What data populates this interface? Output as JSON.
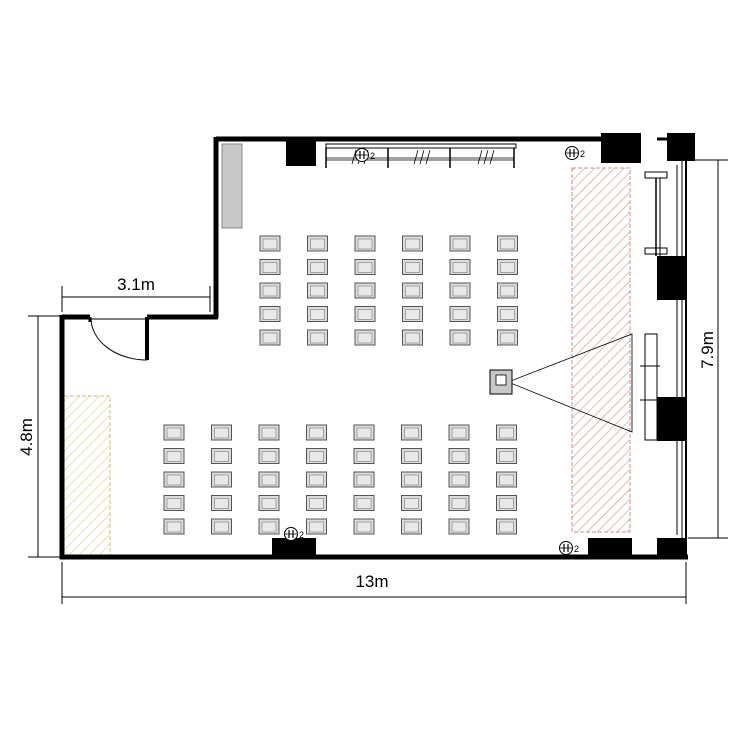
{
  "dimensions": {
    "upper_width": "3.1m",
    "left_height": "4.8m",
    "right_height": "7.9m",
    "total_width": "13m"
  },
  "outlet_label": "2",
  "outlet_count": 4,
  "seating": {
    "upper_block": {
      "columns": 6,
      "rows": 5
    },
    "lower_block": {
      "columns": 8,
      "rows": 5
    }
  },
  "colors": {
    "wall": "#000000",
    "pillar": "#000000",
    "chair_fill": "#dcdcdc",
    "stage_hatch": "#d98a8a",
    "zone_hatch": "#d7d27a",
    "cabinet": "#c8c8c8"
  }
}
